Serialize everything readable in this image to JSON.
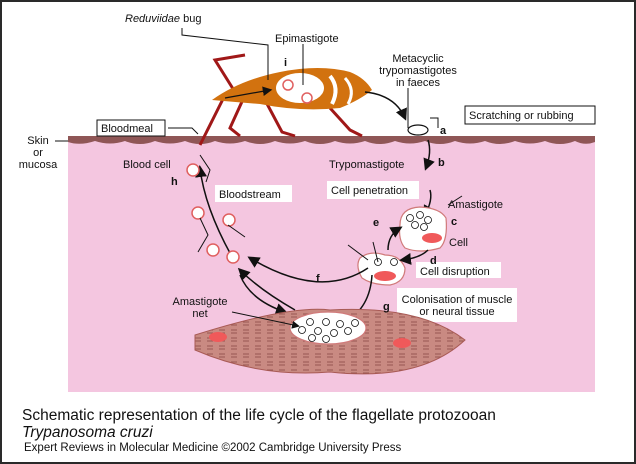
{
  "labels": {
    "bug": "bug",
    "bug_italic": "Reduviidae",
    "epimastigote": "Epimastigote",
    "metacyclic_1": "Metacyclic",
    "metacyclic_2": "trypomastigotes",
    "metacyclic_3": "in faeces",
    "scratching": "Scratching or rubbing",
    "bloodmeal": "Bloodmeal",
    "skin_1": "Skin",
    "skin_2": "or",
    "skin_3": "mucosa",
    "blood_cell": "Blood cell",
    "bloodstream": "Bloodstream",
    "trypomastigote": "Trypomastigote",
    "cell_penetration": "Cell penetration",
    "amastigote": "Amastigote",
    "cell": "Cell",
    "cell_disruption": "Cell disruption",
    "colonisation_1": "Colonisation of muscle",
    "colonisation_2": "or neural tissue",
    "amastigote_net_1": "Amastigote",
    "amastigote_net_2": "net"
  },
  "steps": {
    "a": "a",
    "b": "b",
    "c": "c",
    "d": "d",
    "e": "e",
    "f": "f",
    "g": "g",
    "h": "h",
    "i": "i"
  },
  "caption": {
    "line1": "Schematic representation of the life cycle of the flagellate protozooan",
    "line2": "Trypanosoma cruzi"
  },
  "credit": "Expert Reviews in Molecular Medicine ©2002 Cambridge University Press",
  "colors": {
    "tissue": "#f4c6e0",
    "skin_surface": "#8f5656",
    "bug": "#d2720f",
    "bug_legs": "#a01818",
    "muscle": "#c98a82",
    "nucleus": "#f0595a",
    "blood_cell_ring": "#e06060"
  }
}
